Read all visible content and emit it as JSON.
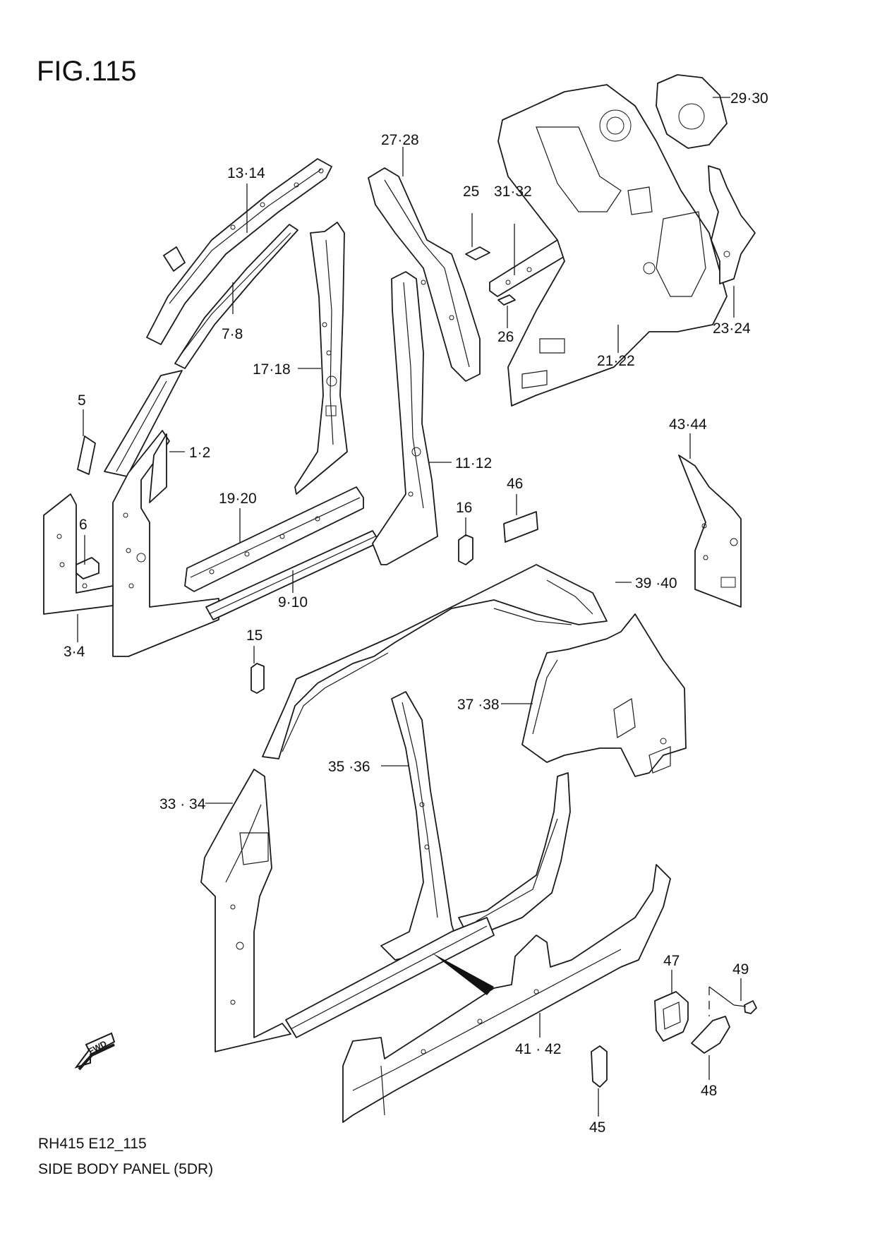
{
  "figure": {
    "title": "FIG.115",
    "code": "RH415 E12_115",
    "caption": "SIDE BODY PANEL (5DR)"
  },
  "callouts": [
    {
      "id": "c-13-14",
      "text": "13·14"
    },
    {
      "id": "c-7-8",
      "text": "7·8"
    },
    {
      "id": "c-27-28",
      "text": "27·28"
    },
    {
      "id": "c-25",
      "text": "25"
    },
    {
      "id": "c-31-32",
      "text": "31·32"
    },
    {
      "id": "c-26",
      "text": "26"
    },
    {
      "id": "c-29-30",
      "text": "29·30"
    },
    {
      "id": "c-21-22",
      "text": "21·22"
    },
    {
      "id": "c-23-24",
      "text": "23·24"
    },
    {
      "id": "c-17-18",
      "text": "17·18"
    },
    {
      "id": "c-5",
      "text": "5"
    },
    {
      "id": "c-1-2",
      "text": "1·2"
    },
    {
      "id": "c-11-12",
      "text": "11·12"
    },
    {
      "id": "c-19-20",
      "text": "19·20"
    },
    {
      "id": "c-6",
      "text": "6"
    },
    {
      "id": "c-43-44",
      "text": "43·44"
    },
    {
      "id": "c-46",
      "text": "46"
    },
    {
      "id": "c-16",
      "text": "16"
    },
    {
      "id": "c-39-40",
      "text": "39 ·40"
    },
    {
      "id": "c-9-10",
      "text": "9·10"
    },
    {
      "id": "c-3-4",
      "text": "3·4"
    },
    {
      "id": "c-15",
      "text": "15"
    },
    {
      "id": "c-37-38",
      "text": "37 ·38"
    },
    {
      "id": "c-35-36",
      "text": "35 ·36"
    },
    {
      "id": "c-33-34",
      "text": "33 · 34"
    },
    {
      "id": "c-47",
      "text": "47"
    },
    {
      "id": "c-49",
      "text": "49"
    },
    {
      "id": "c-41-42",
      "text": "41 · 42"
    },
    {
      "id": "c-48",
      "text": "48"
    },
    {
      "id": "c-45",
      "text": "45"
    }
  ],
  "fwd_marker": "FWD"
}
